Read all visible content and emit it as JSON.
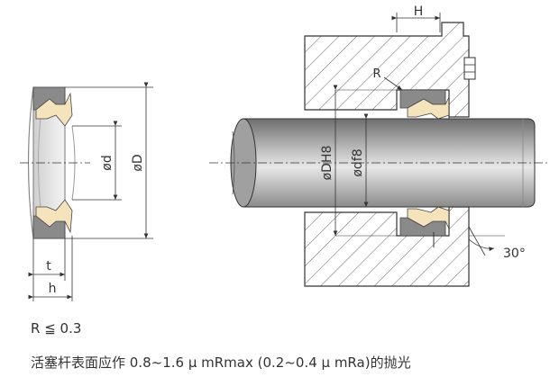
{
  "labels": {
    "H": "H",
    "R": "R",
    "t": "t",
    "h": "h",
    "d": "ød",
    "D": "øD",
    "DH8": "øDH8",
    "df8": "ødf8",
    "angle": "30°"
  },
  "notes": {
    "tolerance": "R ≦ 0.3",
    "finish": "活塞杆表面应作 0.8~1.6 μ mRmax (0.2~0.4 μ mRa)的抛光"
  },
  "colors": {
    "line": "#333333",
    "seal_fill": "#f4e3bb",
    "seal_body": "#cfcfcf",
    "seal_lip": "#8a8a8a",
    "hatch": "#555555"
  }
}
